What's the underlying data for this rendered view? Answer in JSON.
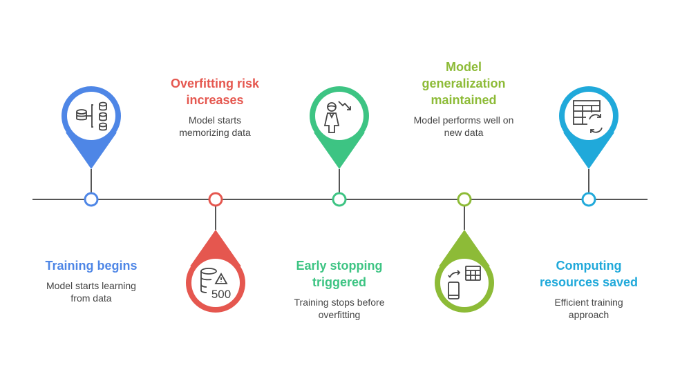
{
  "colors": {
    "line": "#555555",
    "blue": "#4E86E6",
    "red": "#E5574F",
    "green": "#3DC483",
    "lime": "#8DBB37",
    "cyan": "#20A9DA"
  },
  "events": [
    {
      "title": "Training begins",
      "description": "Model starts learning from data",
      "icon": "database-hierarchy-icon",
      "color": "#4E86E6"
    },
    {
      "title": "Overfitting risk increases",
      "description": "Model starts memorizing data",
      "icon": "database-warning-500-icon",
      "icon_text": "500",
      "color": "#E5574F"
    },
    {
      "title": "Early stopping triggered",
      "description": "Training stops before overfitting",
      "icon": "person-trend-down-icon",
      "color": "#3DC483"
    },
    {
      "title": "Model generalization maintained",
      "description": "Model performs well on new data",
      "icon": "device-sync-table-icon",
      "color": "#8DBB37"
    },
    {
      "title": "Computing resources saved",
      "description": "Efficient training approach",
      "icon": "table-refresh-icon",
      "color": "#20A9DA"
    }
  ]
}
